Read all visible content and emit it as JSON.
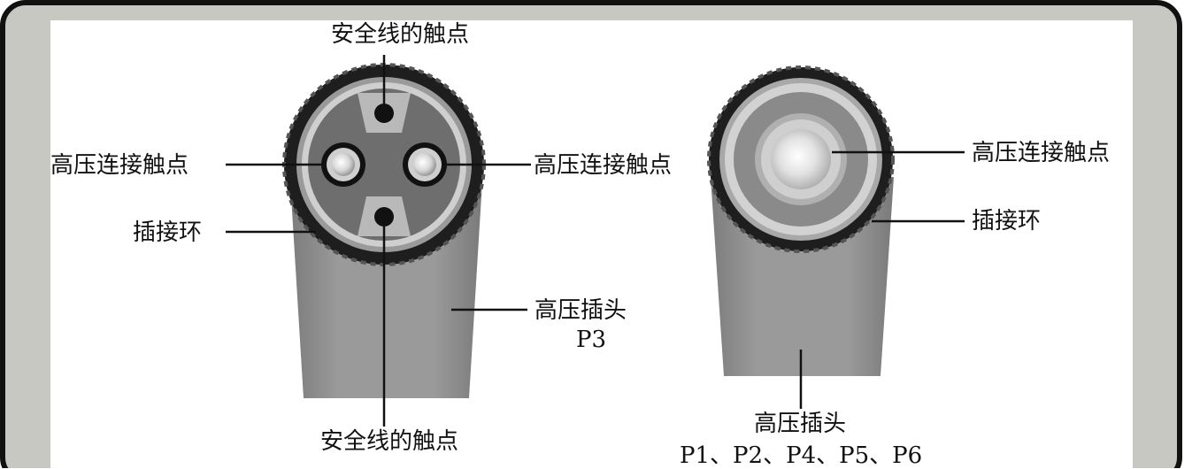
{
  "labels": {
    "left_top_safety": "安全线的触点",
    "left_hv_contact_left": "高压连接触点",
    "left_hv_contact_right": "高压连接触点",
    "left_ring": "插接环",
    "left_plug_name": "高压插头",
    "left_plug_id": "P3",
    "left_bottom_safety": "安全线的触点",
    "right_hv_contact": "高压连接触点",
    "right_ring": "插接环",
    "right_plug_name": "高压插头",
    "right_plug_ids": "P1、P2、P4、P5、P6"
  },
  "colors": {
    "frame_bg": "#c8c8c2",
    "frame_border": "#111111",
    "panel": "#ffffff",
    "plug_body": "#8e8e8e",
    "ring_dark": "#2a2a2a"
  }
}
